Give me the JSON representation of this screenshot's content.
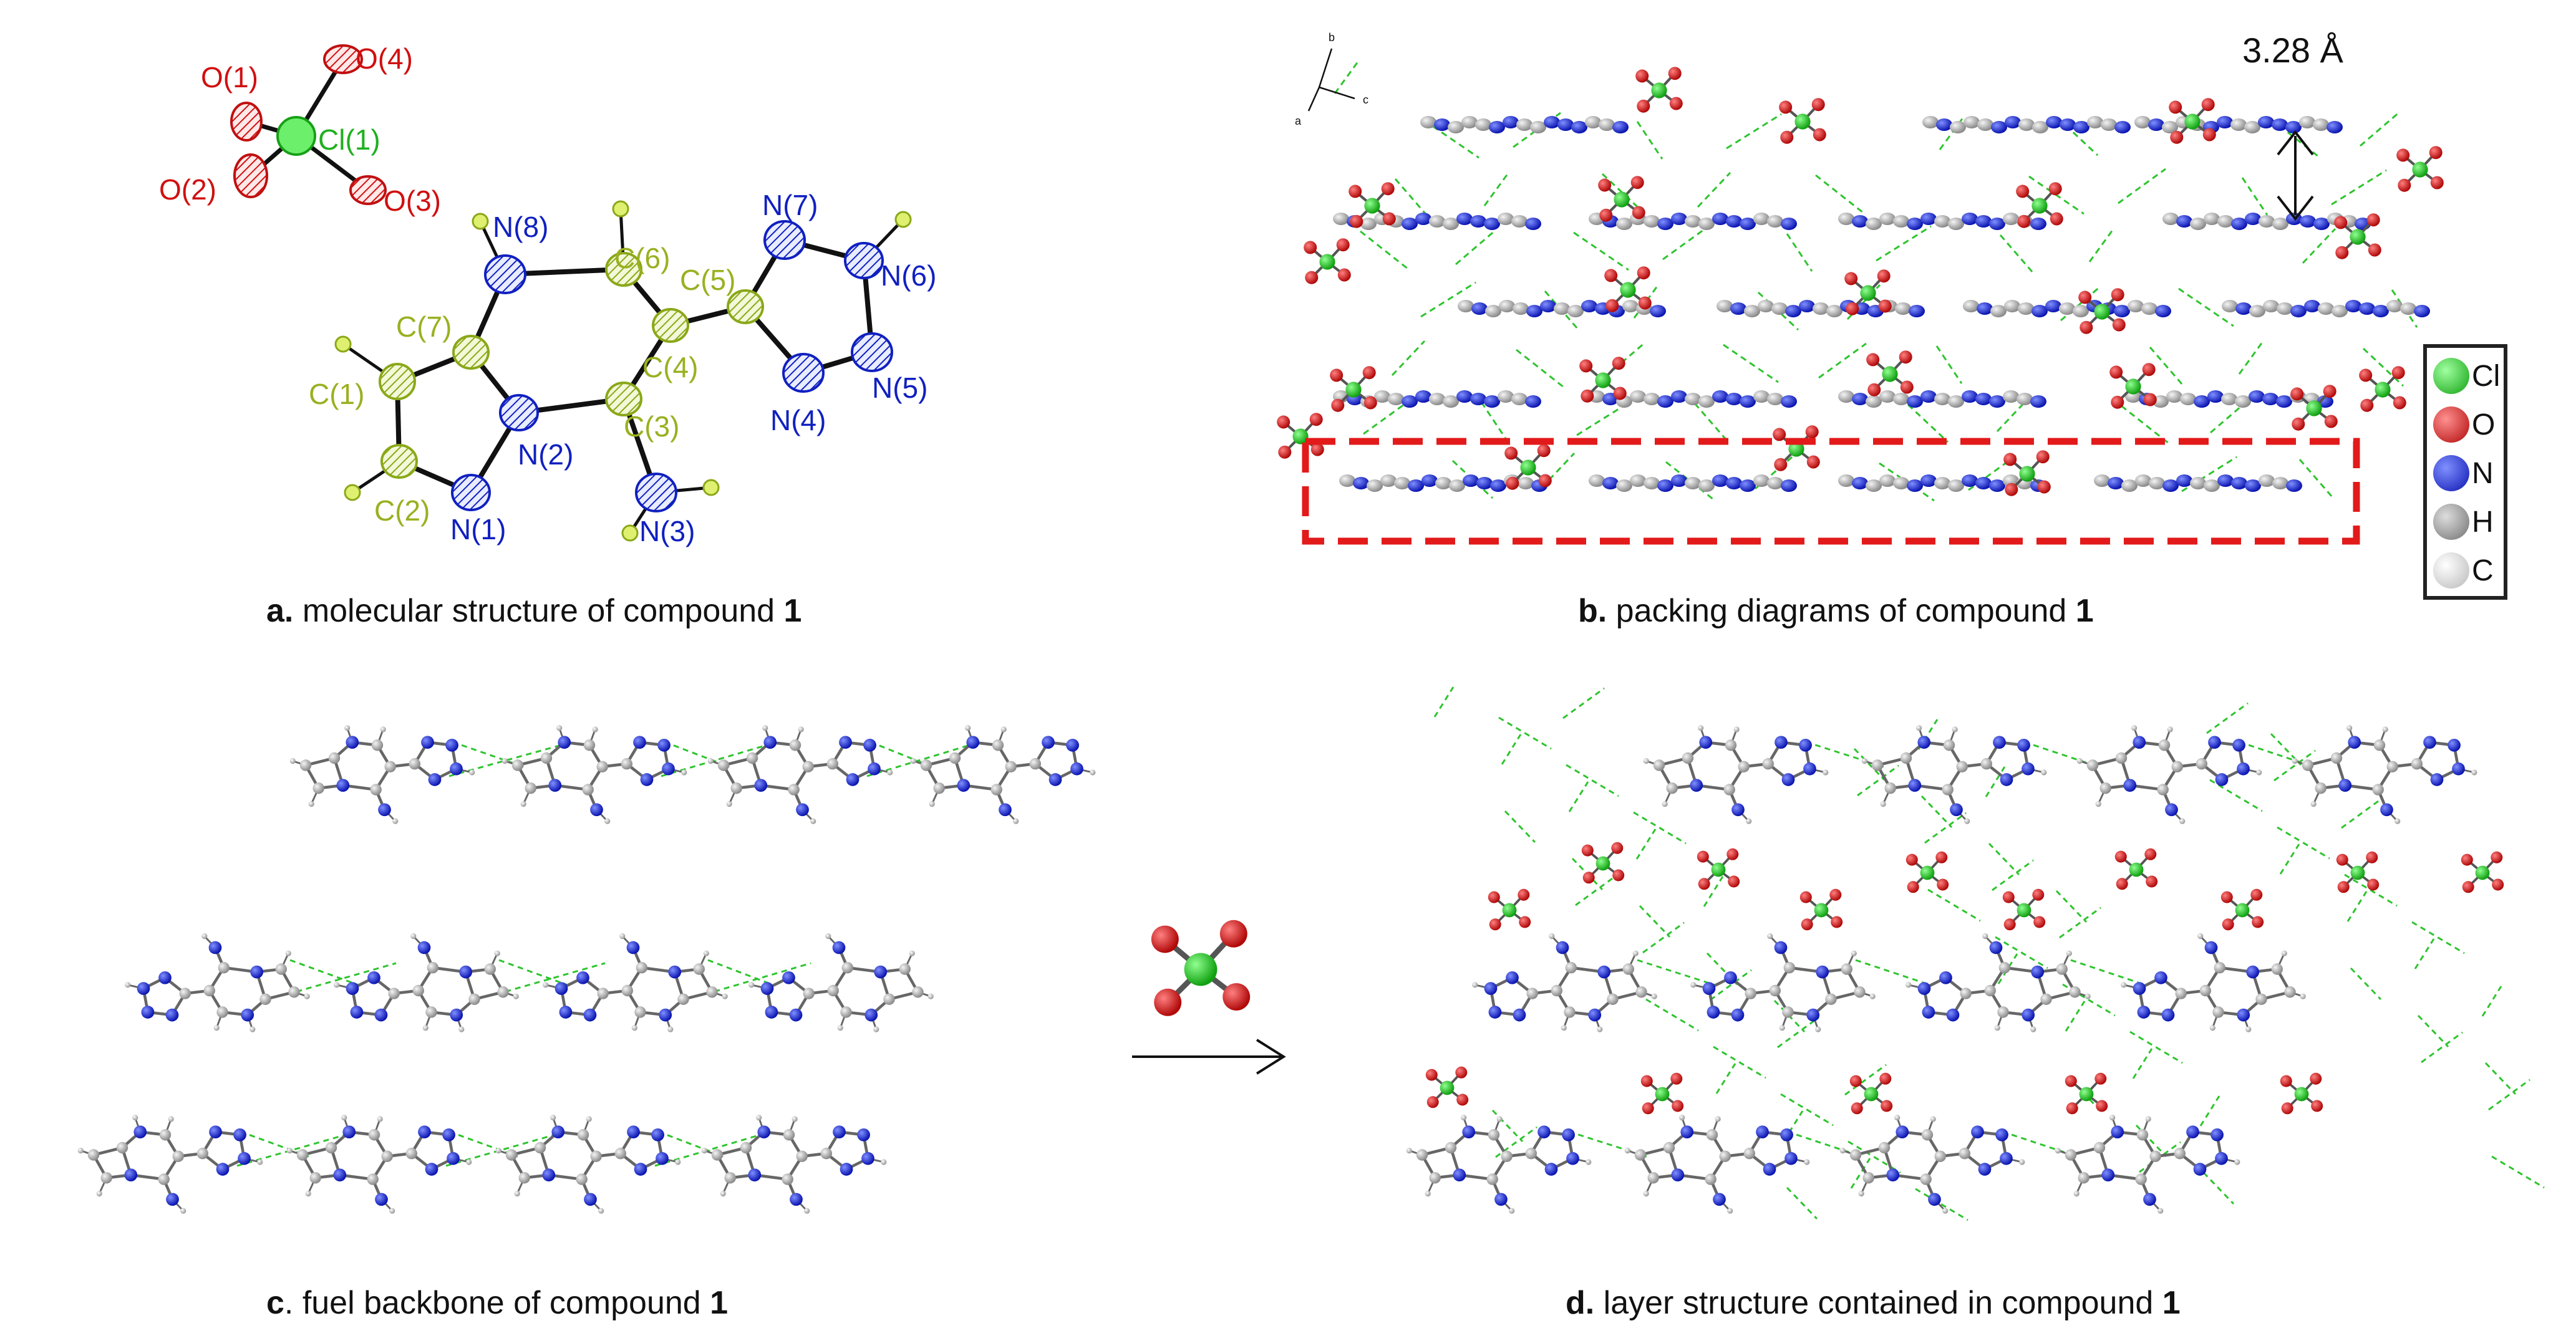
{
  "panels": {
    "a": {
      "caption_letter": "a.",
      "caption_text": " molecular structure of compound ",
      "caption_num": "1",
      "atom_labels": {
        "O1": "O(1)",
        "O2": "O(2)",
        "O3": "O(3)",
        "O4": "O(4)",
        "Cl1": "Cl(1)",
        "N1": "N(1)",
        "N2": "N(2)",
        "N3": "N(3)",
        "N4": "N(4)",
        "N5": "N(5)",
        "N6": "N(6)",
        "N7": "N(7)",
        "N8": "N(8)",
        "C1": "C(1)",
        "C2": "C(2)",
        "C3": "C(3)",
        "C4": "C(4)",
        "C5": "C(5)",
        "C6": "C(6)",
        "C7": "C(7)"
      }
    },
    "b": {
      "caption_letter": "b.",
      "caption_text": " packing diagrams of compound ",
      "caption_num": "1",
      "distance": "3.28 Å",
      "axes": {
        "b": "b",
        "a": "a",
        "c": "c"
      },
      "legend": [
        {
          "symbol": "Cl",
          "color": "#1fd01f"
        },
        {
          "symbol": "O",
          "color": "#e01010"
        },
        {
          "symbol": "N",
          "color": "#1020d8"
        },
        {
          "symbol": "H",
          "color": "#8c8c8c"
        },
        {
          "symbol": "C",
          "color": "#cfcfcf"
        }
      ]
    },
    "c": {
      "caption_letter": "c",
      "caption_text": ". fuel backbone of compound ",
      "caption_num": "1"
    },
    "d": {
      "caption_letter": "d.",
      "caption_text": " layer structure contained in compound ",
      "caption_num": "1"
    }
  },
  "colors": {
    "oxygen": "#e01010",
    "chlorine": "#1fd01f",
    "nitrogen": "#1020d8",
    "carbon": "#a8a8a8",
    "hydrogen": "#c8d060",
    "carbon_label": "#9ab020",
    "nitrogen_label": "#1020c0",
    "oxygen_label": "#d01010",
    "hbond": "#2ec42e",
    "highlight_box": "#e21a1a"
  }
}
